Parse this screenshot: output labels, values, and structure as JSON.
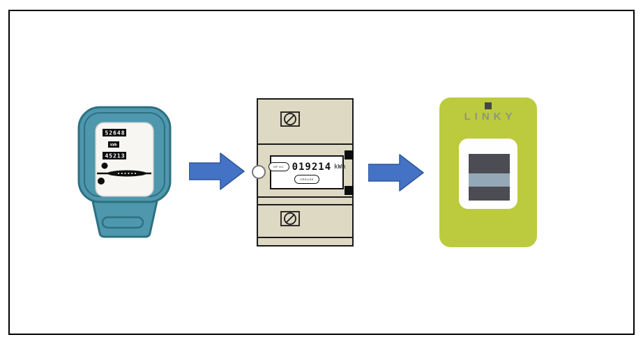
{
  "old_meter": {
    "reading_top": "52648",
    "unit": "kWh",
    "reading_bottom": "45213"
  },
  "electronic_meter": {
    "reading": "019214",
    "unit": "kWh",
    "mode_label": "HP HC",
    "button_label": "CREUSE"
  },
  "linky_meter": {
    "brand": "LINKY"
  },
  "colors": {
    "arrow_fill": "#4472C4",
    "arrow_stroke": "#2F5597",
    "old_meter_body": "#4E97AD",
    "old_meter_outline": "#2D7082",
    "electronic_body": "#DED9C2",
    "linky_body": "#BCCB3E",
    "linky_text": "#8F9482",
    "display_dark": "#4C4C55",
    "display_light": "#94A8B8"
  }
}
